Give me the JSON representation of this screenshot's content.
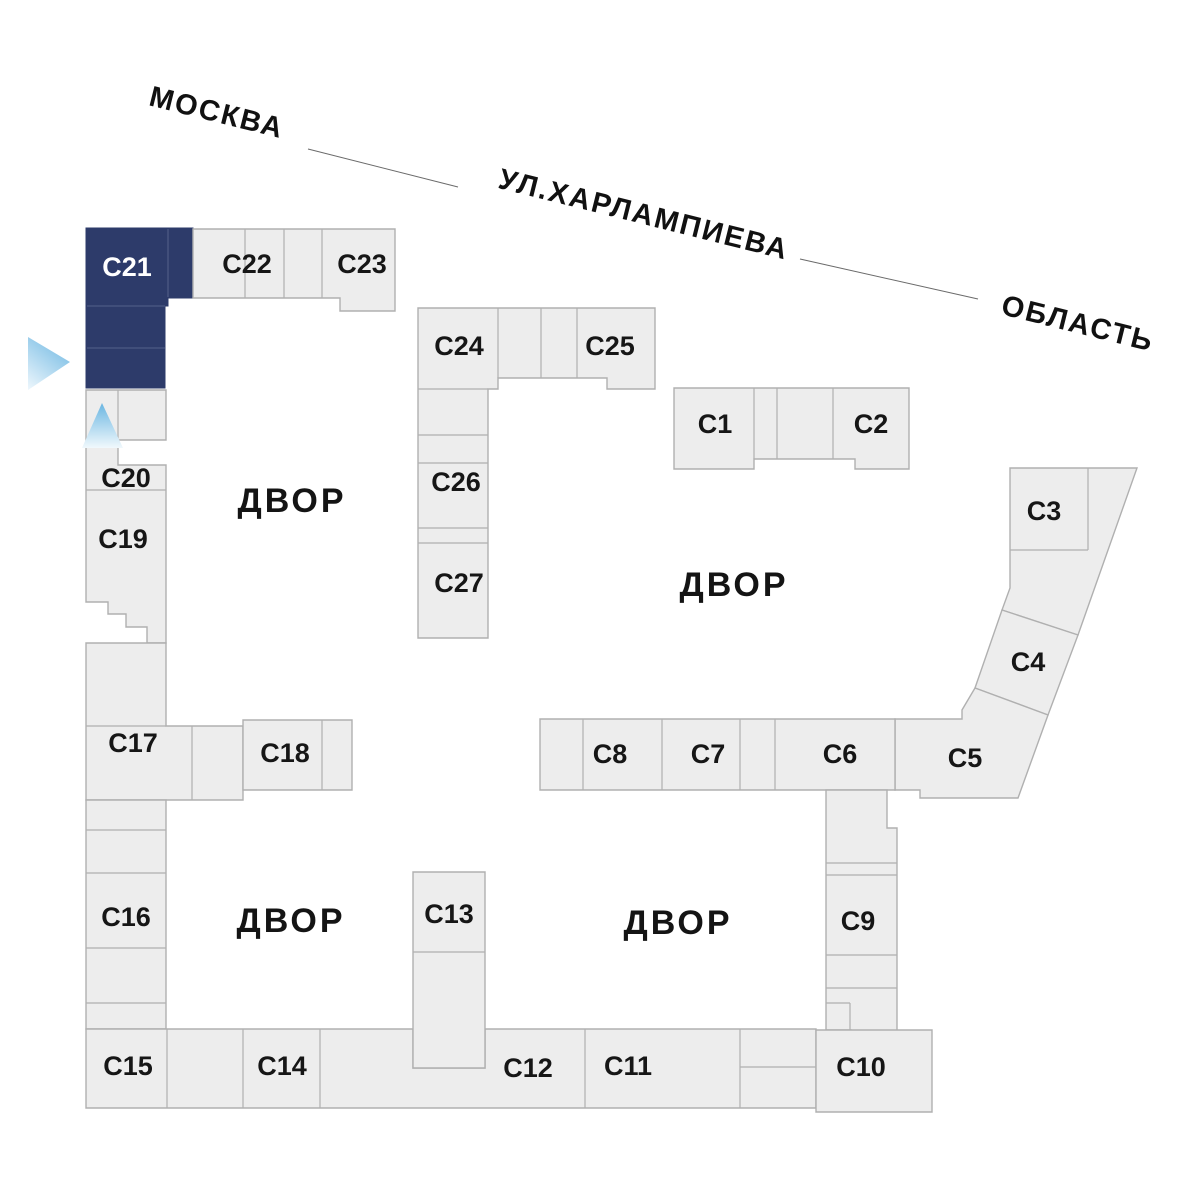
{
  "plan": {
    "streets": {
      "left": "МОСКВА",
      "middle": "УЛ.ХАРЛАМПИЕВА",
      "right": "ОБЛАСТЬ"
    },
    "courtyards": [
      "ДВОР",
      "ДВОР",
      "ДВОР",
      "ДВОР"
    ],
    "selected_block": "С21",
    "blocks": {
      "c1": "С1",
      "c2": "С2",
      "c3": "С3",
      "c4": "С4",
      "c5": "С5",
      "c6": "С6",
      "c7": "С7",
      "c8": "С8",
      "c9": "С9",
      "c10": "С10",
      "c11": "С11",
      "c12": "С12",
      "c13": "С13",
      "c14": "С14",
      "c15": "С15",
      "c16": "С16",
      "c17": "С17",
      "c18": "С18",
      "c19": "С19",
      "c20": "С20",
      "c21": "С21",
      "c22": "С22",
      "c23": "С23",
      "c24": "С24",
      "c25": "С25",
      "c26": "С26",
      "c27": "С27"
    },
    "colors": {
      "block_fill": "#ededed",
      "block_border": "#b0b0b0",
      "selected_fill": "#2d3b6a",
      "selected_text": "#ffffff",
      "label_text": "#161616",
      "arrow_blue": "#7fc2e8"
    }
  }
}
